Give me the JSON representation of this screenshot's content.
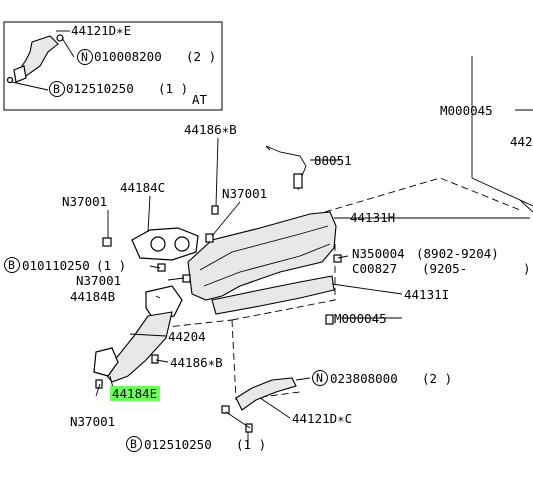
{
  "inset": {
    "part_id": "44121D∗E",
    "nut_ref": "010008200",
    "nut_qty": "(2 )",
    "bolt_ref": "012510250",
    "bolt_qty": "(1 )",
    "variant": "AT"
  },
  "labels": {
    "m_upper": "M000045",
    "m_upper_cut": "442",
    "bolt_top": "44186∗B",
    "sensor": "88051",
    "n_a": "N37001",
    "cover_c": "44184C",
    "n_b": "N37001",
    "pipe_h": "44131H",
    "n_350": "N350004",
    "n_350_date": "(8902-9204)",
    "c_827": "C00827",
    "c_827_date": "(9205-",
    "c_827_end": ")",
    "b_left_ref": "010110250",
    "b_left_qty": "(1 )",
    "n_c": "N37001",
    "cover_b": "44184B",
    "pipe_i": "44131I",
    "m_lower": "M000045",
    "pipe_204": "44204",
    "bolt_b2": "44186∗B",
    "nut_lower_ref": "023808000",
    "nut_lower_qty": "(2 )",
    "cover_e": "44184E",
    "n_d": "N37001",
    "pipe_dc": "44121D∗C",
    "bolt_bottom_ref": "012510250",
    "bolt_bottom_qty": "(1 )"
  },
  "markers": {
    "n": "N",
    "b": "B"
  },
  "highlight_color": "#6cff5a"
}
